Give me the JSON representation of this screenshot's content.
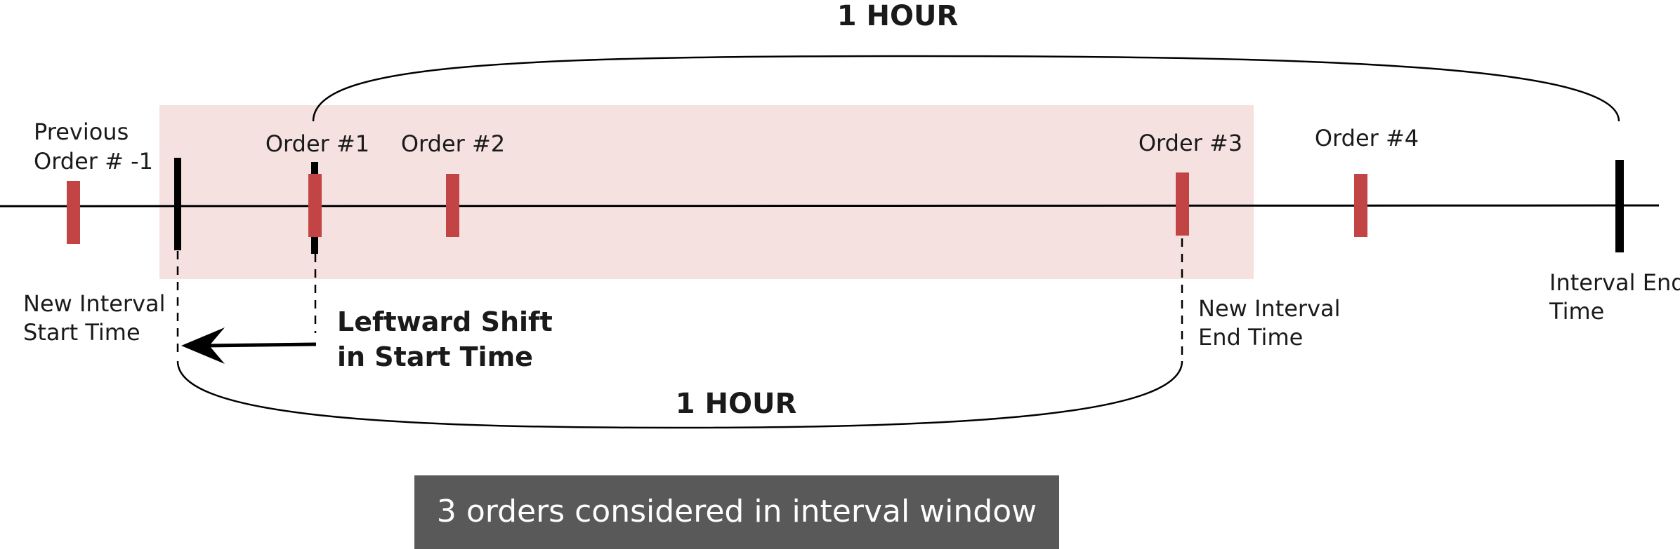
{
  "title_top": "1 HOUR",
  "title_bottom": "1 HOUR",
  "orders": {
    "previous": [
      "Previous",
      "Order # -1"
    ],
    "o1": "Order #1",
    "o2": "Order #2",
    "o3": "Order #3",
    "o4": "Order #4"
  },
  "markers": {
    "new_start": [
      "New Interval",
      "Start Time"
    ],
    "new_end": [
      "New Interval",
      "End Time"
    ],
    "interval_end": [
      "Interval End",
      "Time"
    ]
  },
  "shift_label": [
    "Leftward Shift",
    "in Start Time"
  ],
  "summary": "3 orders considered in interval window",
  "colors": {
    "window_fill": "#f6e1e1",
    "order_tick": "#c24444",
    "boundary_tick": "#000000",
    "banner_bg": "#595959"
  },
  "icons": [
    "left-arrow-icon"
  ]
}
